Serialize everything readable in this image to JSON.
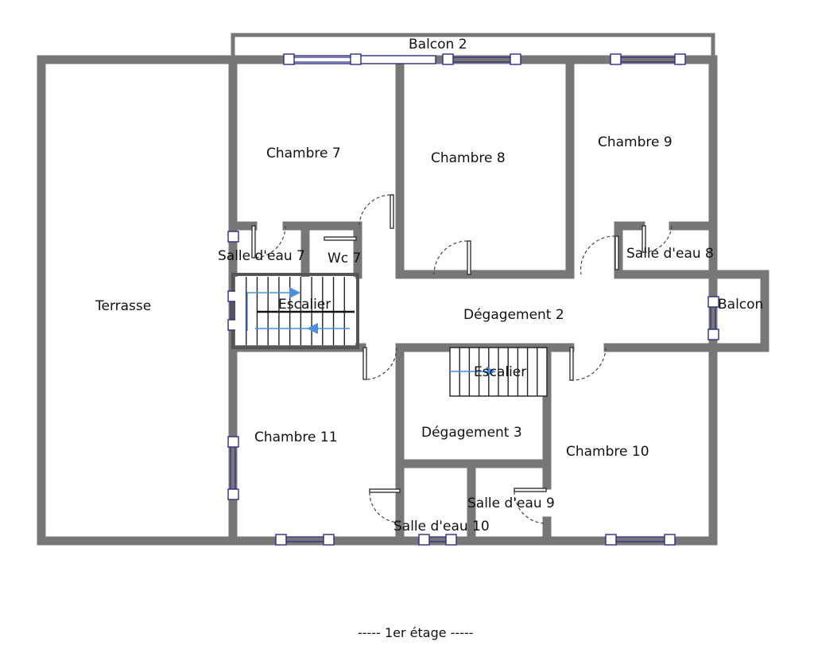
{
  "rooms": {
    "balcon2": "Balcon 2",
    "chambre7": "Chambre 7",
    "chambre8": "Chambre 8",
    "chambre9": "Chambre 9",
    "salle7": "Salle d'eau 7",
    "wc7": "Wc 7",
    "salle8": "Salle d'eau 8",
    "terrasse": "Terrasse",
    "escalier1": "Escalier",
    "degagement2": "Dégagement 2",
    "balcon": "Balcon",
    "escalier2": "Escalier",
    "chambre11": "Chambre 11",
    "degagement3": "Dégagement 3",
    "chambre10": "Chambre 10",
    "salle9": "Salle d'eau 9",
    "salle10": "Salle d'eau 10"
  },
  "caption": "----- 1er étage -----",
  "colors": {
    "wall": "#777777",
    "window": "#2b2b8a",
    "arrow": "#4a8fe0"
  }
}
